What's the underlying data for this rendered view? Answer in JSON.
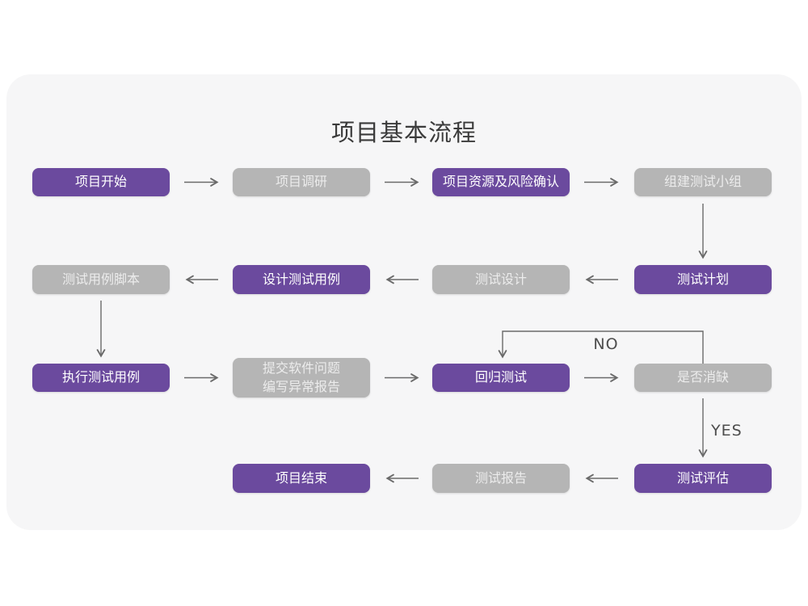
{
  "title": "项目基本流程",
  "colors": {
    "purple": "#6b4a9e",
    "gray": "#b5b5b5",
    "card_bg": "#f6f6f7",
    "arrow": "#6a6a6a",
    "title_text": "#3b3b3b"
  },
  "labels": {
    "no": "NO",
    "yes": "YES"
  },
  "nodes": [
    {
      "label": "项目开始",
      "type": "purple"
    },
    {
      "label": "项目调研",
      "type": "gray"
    },
    {
      "label": "项目资源及风险确认",
      "type": "purple"
    },
    {
      "label": "组建测试小组",
      "type": "gray"
    },
    {
      "label": "测试用例脚本",
      "type": "gray"
    },
    {
      "label": "设计测试用例",
      "type": "purple"
    },
    {
      "label": "测试设计",
      "type": "gray"
    },
    {
      "label": "测试计划",
      "type": "purple"
    },
    {
      "label": "执行测试用例",
      "type": "purple"
    },
    {
      "line1": "提交软件问题",
      "line2": "编写异常报告",
      "type": "gray"
    },
    {
      "label": "回归测试",
      "type": "purple"
    },
    {
      "label": "是否消缺",
      "type": "gray"
    },
    {
      "label": "项目结束",
      "type": "purple"
    },
    {
      "label": "测试报告",
      "type": "gray"
    },
    {
      "label": "测试评估",
      "type": "purple"
    }
  ],
  "edges": [
    {
      "from": "项目开始",
      "to": "项目调研"
    },
    {
      "from": "项目调研",
      "to": "项目资源及风险确认"
    },
    {
      "from": "项目资源及风险确认",
      "to": "组建测试小组"
    },
    {
      "from": "组建测试小组",
      "to": "测试计划"
    },
    {
      "from": "测试计划",
      "to": "测试设计"
    },
    {
      "from": "测试设计",
      "to": "设计测试用例"
    },
    {
      "from": "设计测试用例",
      "to": "测试用例脚本"
    },
    {
      "from": "测试用例脚本",
      "to": "执行测试用例"
    },
    {
      "from": "执行测试用例",
      "to": "提交软件问题 编写异常报告"
    },
    {
      "from": "提交软件问题 编写异常报告",
      "to": "回归测试"
    },
    {
      "from": "回归测试",
      "to": "是否消缺"
    },
    {
      "from": "是否消缺",
      "to": "回归测试",
      "label": "NO"
    },
    {
      "from": "是否消缺",
      "to": "测试评估",
      "label": "YES"
    },
    {
      "from": "测试评估",
      "to": "测试报告"
    },
    {
      "from": "测试报告",
      "to": "项目结束"
    }
  ]
}
